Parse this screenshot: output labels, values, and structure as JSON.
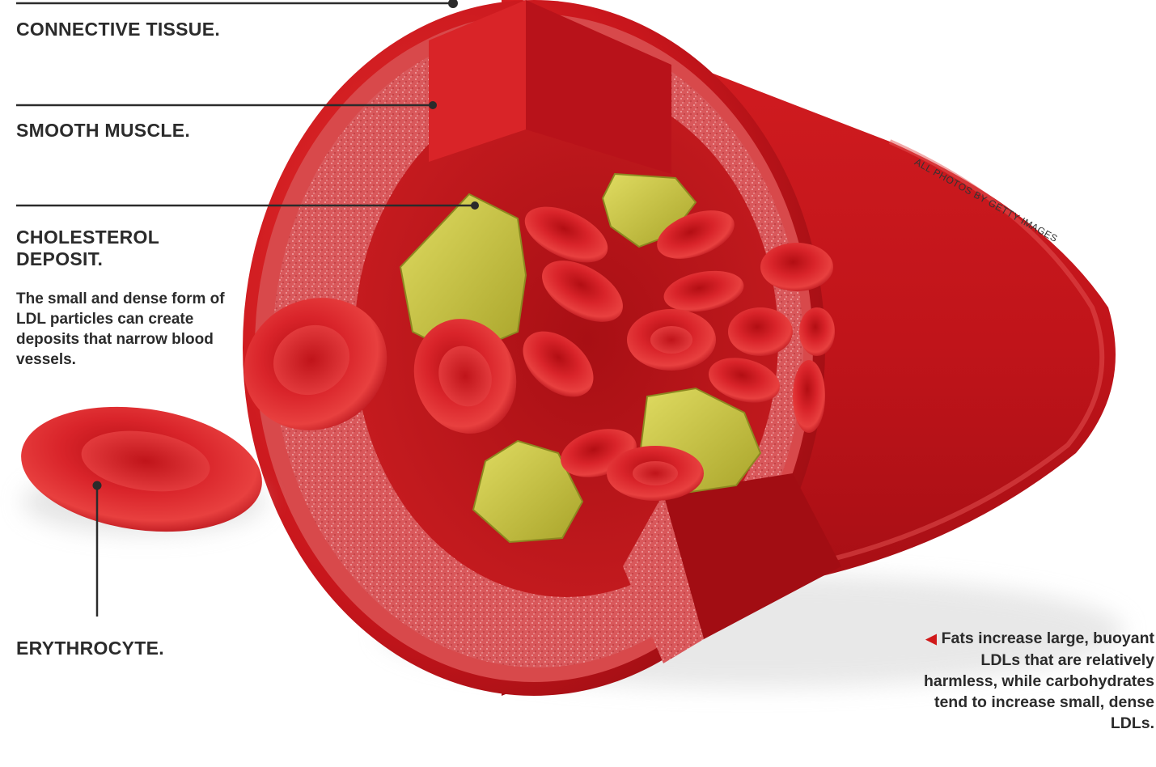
{
  "labels": {
    "connective_tissue": "CONNECTIVE TISSUE.",
    "smooth_muscle": "SMOOTH MUSCLE.",
    "cholesterol_deposit_line1": "CHOLESTEROL",
    "cholesterol_deposit_line2": "DEPOSIT.",
    "cholesterol_description": "The small and dense form of LDL particles can create deposits that narrow blood vessels.",
    "erythrocyte": "ERYTHROCYTE."
  },
  "credit": "ALL PHOTOS BY GETTY IMAGES",
  "caption": "Fats increase large, buoyant LDLs that are relatively harmless, while carbohydrates tend to increase small, dense LDLs.",
  "caption_marker_icon": "left-triangle-icon",
  "colors": {
    "vessel_red": "#c8161c",
    "vessel_dark": "#8e0b10",
    "muscle_pink": "#d9585b",
    "cholesterol_yellow": "#c9c43a",
    "leader_line": "#2b2b2b",
    "marker_red": "#d0191a"
  }
}
